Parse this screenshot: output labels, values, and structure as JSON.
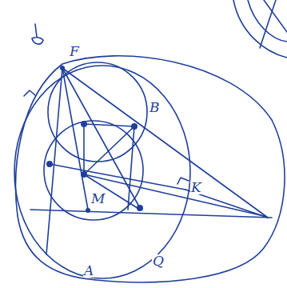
{
  "diagram": {
    "labels": [
      "F",
      "B",
      "M",
      "K",
      "Q",
      "A"
    ]
  }
}
